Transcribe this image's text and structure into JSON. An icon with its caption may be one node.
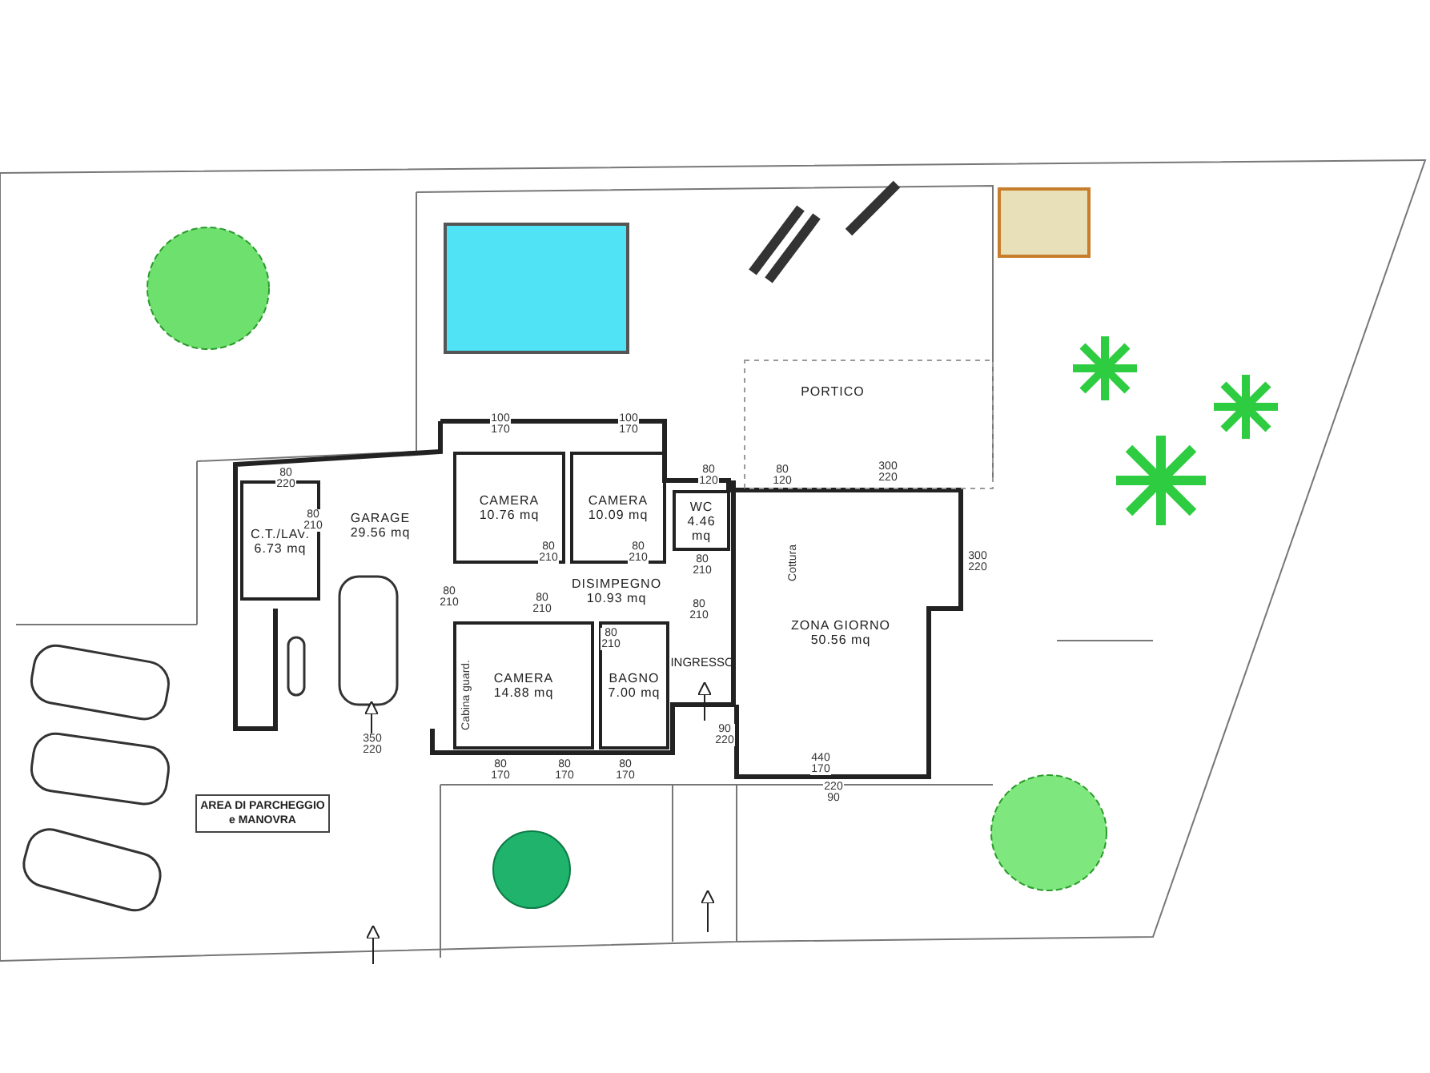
{
  "diagram": {
    "nodes": [
      {
        "text": [
          "PORTICO"
        ]
      },
      {
        "text": [
          "C.T./LAV.",
          "6.73 mq"
        ]
      },
      {
        "text": [
          "GARAGE",
          "29.56 mq"
        ]
      },
      {
        "text": [
          "CAMERA",
          "10.76 mq"
        ]
      },
      {
        "text": [
          "CAMERA",
          "10.09 mq"
        ]
      },
      {
        "text": [
          "WC",
          "4.46 mq"
        ]
      },
      {
        "text": [
          "DISIMPEGNO",
          "10.93 mq"
        ]
      },
      {
        "text": [
          "ZONA GIORNO",
          "50.56 mq"
        ]
      },
      {
        "text": [
          "CAMERA",
          "14.88 mq"
        ]
      },
      {
        "text": [
          "BAGNO",
          "7.00 mq"
        ]
      },
      {
        "text": [
          "INGRESSO"
        ]
      },
      {
        "text": [
          "AREA DI PARCHEGGIO e MANOVRA"
        ]
      }
    ],
    "edges": [],
    "labels": [
      "Cottura",
      "Cabina guard.",
      "100 170",
      "100 170",
      "80 220",
      "80 120",
      "80 120",
      "300 220",
      "80 210",
      "300 220",
      "80 210",
      "80 210",
      "80 210",
      "80 210",
      "80 210",
      "80 210",
      "80 210",
      "350 220",
      "90 220",
      "80 170",
      "80 170",
      "80 170",
      "440 170",
      "220 90"
    ]
  }
}
